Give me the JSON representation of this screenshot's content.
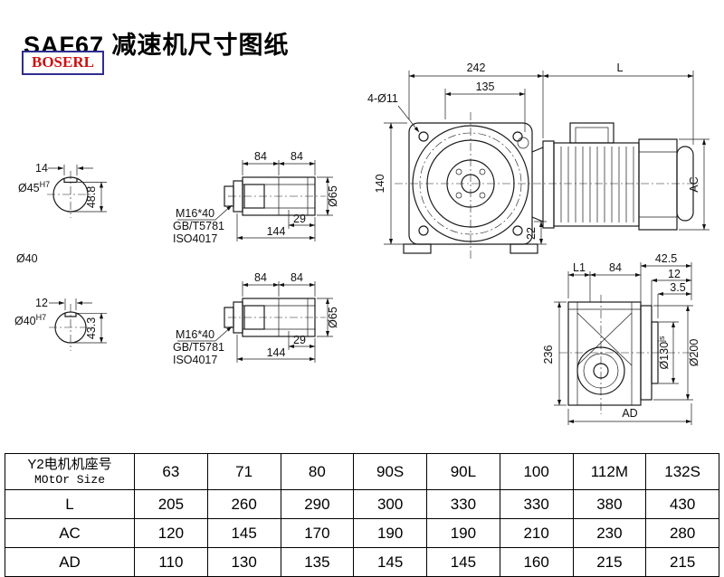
{
  "page": {
    "title": "SAF67 减速机尺寸图纸",
    "logo": "BOSERL"
  },
  "main_view": {
    "d242": "242",
    "dL": "L",
    "d135": "135",
    "d4o11": "4-Ø11",
    "d140": "140",
    "d22": "22",
    "dAC": "AC"
  },
  "shaft_sections": {
    "top": {
      "width": "14",
      "dia": "Ø45",
      "fit": "H7",
      "height": "48.8"
    },
    "mid_label": "Ø40",
    "bottom": {
      "width": "12",
      "dia": "Ø40",
      "fit": "H7",
      "height": "43.3"
    }
  },
  "shaft_details": {
    "top": {
      "d84a": "84",
      "d84b": "84",
      "d29": "29",
      "d144": "144",
      "d65": "Ø65",
      "bolt": "M16*40",
      "std1": "GB/T5781",
      "std2": "ISO4017"
    },
    "bottom": {
      "d84a": "84",
      "d84b": "84",
      "d29": "29",
      "d144": "144",
      "d65": "Ø65",
      "bolt": "M16*40",
      "std1": "GB/T5781",
      "std2": "ISO4017"
    }
  },
  "side_view": {
    "dL1": "L1",
    "d84": "84",
    "d42_5": "42.5",
    "d12": "12",
    "d3_5": "3.5",
    "d236": "236",
    "d130": "Ø130",
    "d130_fit": "js",
    "d200": "Ø200",
    "dAD": "AD"
  },
  "table": {
    "header_cn": "Y2电机机座号",
    "header_en": "MOtOr Size",
    "motor_sizes": [
      "63",
      "71",
      "80",
      "90S",
      "90L",
      "100",
      "112M",
      "132S"
    ],
    "rows": [
      {
        "label": "L",
        "values": [
          "205",
          "260",
          "290",
          "300",
          "330",
          "330",
          "380",
          "430"
        ]
      },
      {
        "label": "AC",
        "values": [
          "120",
          "145",
          "170",
          "190",
          "190",
          "210",
          "230",
          "280"
        ]
      },
      {
        "label": "AD",
        "values": [
          "110",
          "130",
          "135",
          "145",
          "145",
          "160",
          "215",
          "215"
        ]
      }
    ]
  }
}
